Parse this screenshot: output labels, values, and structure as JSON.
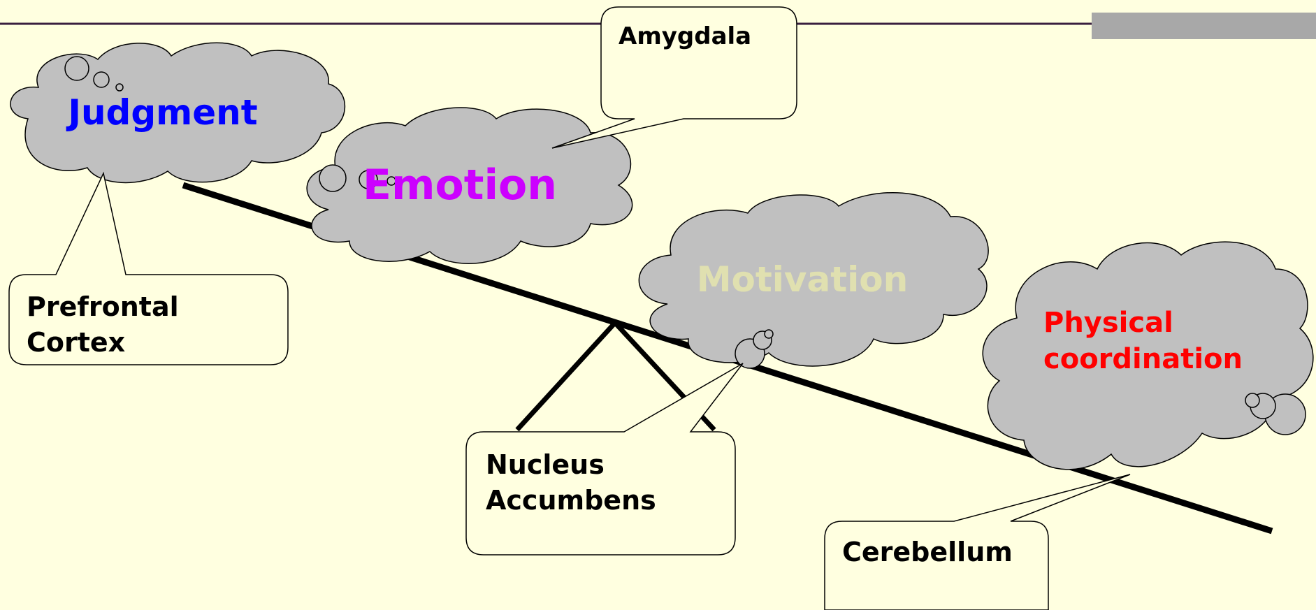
{
  "clouds": {
    "judgment": {
      "label": "Judgment",
      "color": "#0000ff"
    },
    "emotion": {
      "label": "Emotion",
      "color": "#cc00ff"
    },
    "motivation": {
      "label": "Motivation",
      "color": "#e0e0b0"
    },
    "physical": {
      "label_line1": "Physical",
      "label_line2": "coordination",
      "color": "#ff0000"
    }
  },
  "callouts": {
    "amygdala": {
      "label": "Amygdala"
    },
    "prefrontal": {
      "label_line1": "Prefrontal",
      "label_line2": "Cortex"
    },
    "nucleus": {
      "label_line1": "Nucleus",
      "label_line2": "Accumbens"
    },
    "cerebellum": {
      "label": "Cerebellum"
    }
  },
  "colors": {
    "background": "#ffffe0",
    "cloud_fill": "#c0c0c0",
    "header_rule": "#3a1f3f",
    "header_bar": "#a8a8a8"
  }
}
